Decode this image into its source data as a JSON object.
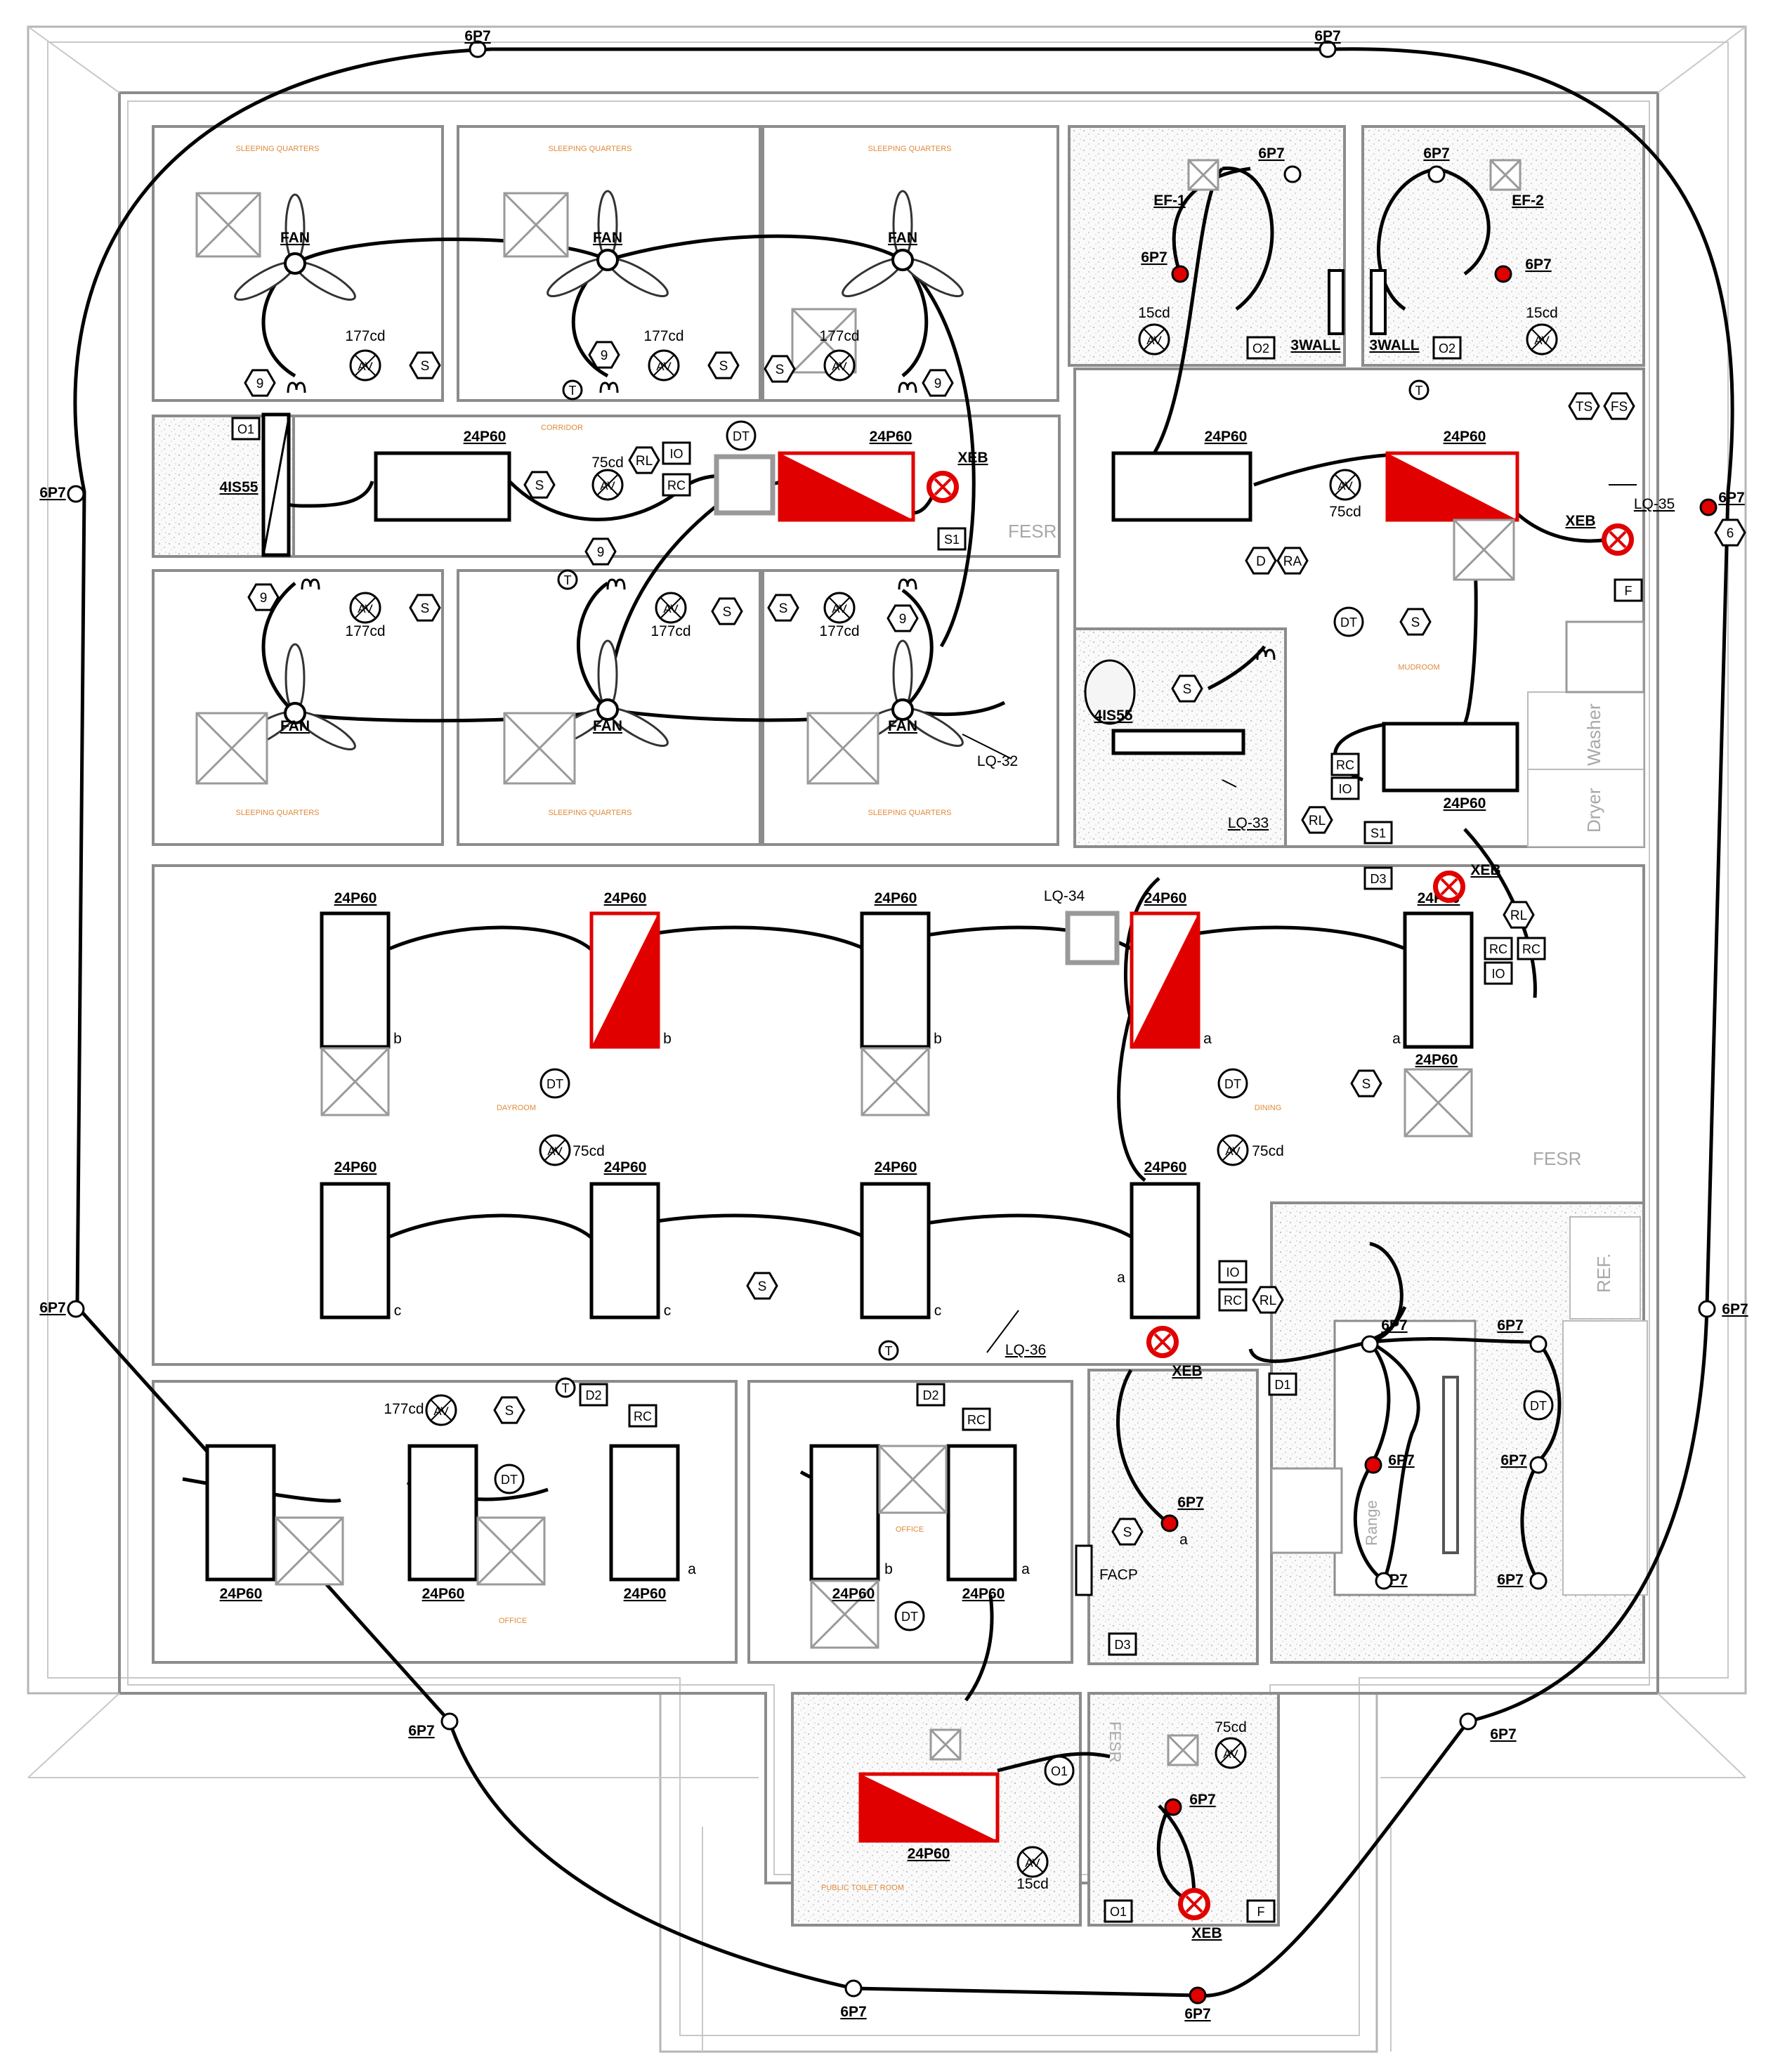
{
  "colors": {
    "wire": "#000000",
    "emergency": "#e00000",
    "wall": "#8c8c8c",
    "grid": "#d6d6d6",
    "stipple": "#cfcfcf",
    "room_label": "#e08a3a"
  },
  "labels": {
    "fixture_24p60": "24P60",
    "fixture_4is55": "4IS55",
    "fixture_6p7": "6P7",
    "fan": "FAN",
    "xeb": "XEB",
    "ef1": "EF-1",
    "ef2": "EF-2",
    "wall3": "3WALL",
    "fesr": "FESR",
    "facp": "FACP",
    "washer": "Washer",
    "dryer": "Dryer",
    "ref": "REF.",
    "range": "Range"
  },
  "candela": {
    "c177": "177cd",
    "c75": "75cd",
    "c15": "15cd"
  },
  "symbols": {
    "av": "AV",
    "s": "S",
    "dt": "DT",
    "rc": "RC",
    "io": "IO",
    "rl": "RL",
    "ts": "TS",
    "fs": "FS",
    "d": "D",
    "ra": "RA",
    "t": "T",
    "s1": "S1",
    "o1": "O1",
    "o2": "O2",
    "d1": "D1",
    "d2": "D2",
    "d3": "D3",
    "f": "F",
    "six": "6",
    "nine": "9"
  },
  "switch_letters": {
    "a": "a",
    "b": "b",
    "c": "c"
  },
  "leaders": {
    "lq32": "LQ-32",
    "lq33": "LQ-33",
    "lq34": "LQ-34",
    "lq35": "LQ-35",
    "lq36": "LQ-36"
  }
}
